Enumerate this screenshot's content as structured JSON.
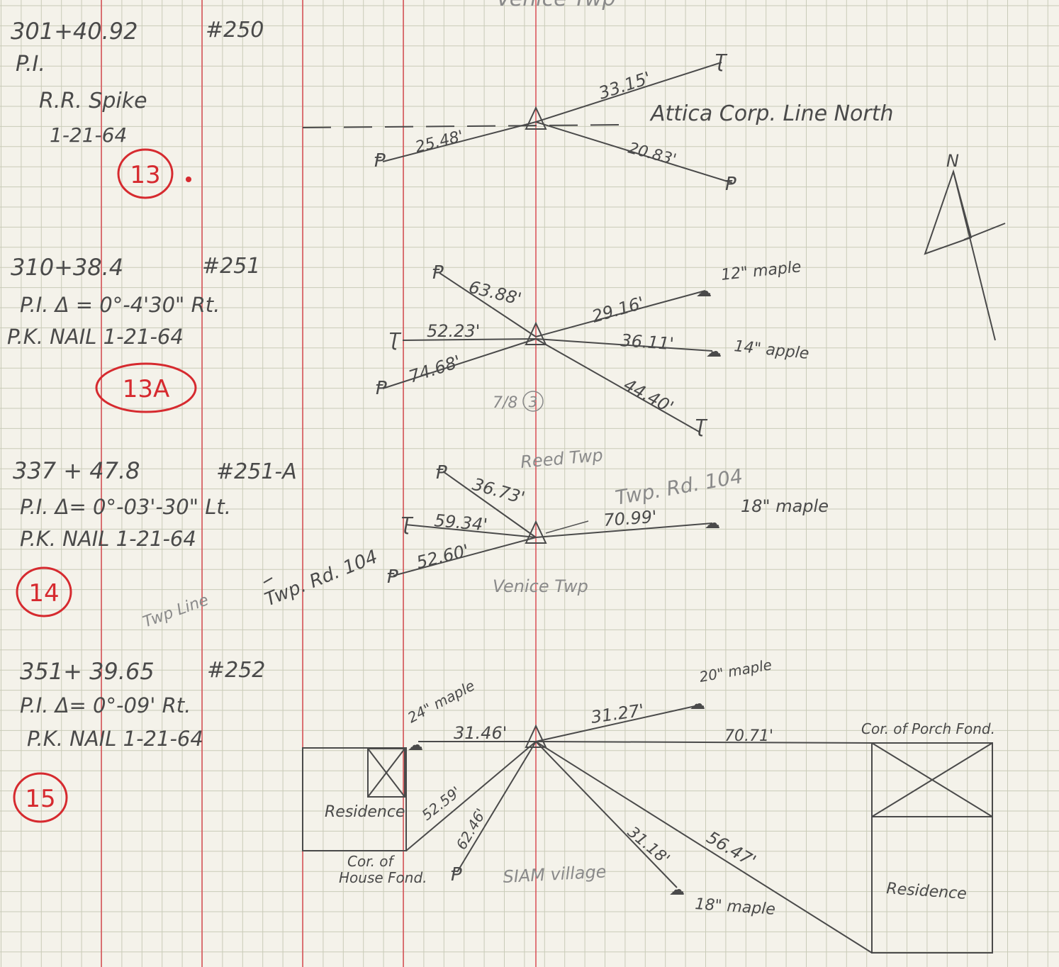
{
  "colors": {
    "grid": "#c9cbb8",
    "margin_red": "#d8424a",
    "ink": "#4a4a4a",
    "badge_red": "#d62a2f",
    "paper": "#f4f2ea"
  },
  "header_faint": "Venice Twp",
  "entries": [
    {
      "station": "301+40.92",
      "number": "#250",
      "line1": "P.I.",
      "line2": "R.R. Spike",
      "line3": "1-21-64",
      "badge": "13"
    },
    {
      "station": "310+38.4",
      "number": "#251",
      "line1": "P.I.  Δ = 0°-4'30\" Rt.",
      "line2": "P.K. NAIL   1-21-64",
      "badge": "13A"
    },
    {
      "station": "337 + 47.8",
      "number": "#251-A",
      "line1": "P.I.  Δ= 0°-03'-30\" Lt.",
      "line2": "P.K. NAIL   1-21-64",
      "badge": "14"
    },
    {
      "station": "351+ 39.65",
      "number": "#252",
      "line1": "P.I.  Δ= 0°-09' Rt.",
      "line2": "P.K. NAIL   1-21-64",
      "badge": "15"
    }
  ],
  "diagram1": {
    "d1": "33.15'",
    "d2": "25.48'",
    "d3": "20.83'",
    "corp_line": "Attica Corp. Line North",
    "north": "N"
  },
  "diagram2": {
    "d1": "63.88'",
    "d2": "29.16'",
    "d3": "52.23'",
    "d4": "36.11'",
    "d5": "74.68'",
    "d6": "44.40'",
    "tree1": "12\" maple",
    "tree2": "14\" apple",
    "fraction": "7/8"
  },
  "diagram3": {
    "reed": "Reed Twp",
    "road_label": "Twp. Rd. 104",
    "d1": "36.73'",
    "d2": "59.34'",
    "d3": "70.99'",
    "d4": "52.60'",
    "tree": "18\" maple",
    "venice": "Venice Twp",
    "twp_line": "Twp Line",
    "twp_rd_104": "Twp. Rd. 104"
  },
  "diagram4": {
    "tree_top": "20\" maple",
    "tree_left": "24\" maple",
    "d1": "31.46'",
    "d2": "31.27'",
    "d3": "70.71'",
    "d4": "52.59'",
    "d5": "62.46'",
    "d6": "31.18'",
    "d7": "56.47'",
    "porch": "Cor. of Porch Fond.",
    "residence_left": "Residence",
    "house_cor1": "Cor. of",
    "house_cor2": "House Fond.",
    "siam": "SIAM village",
    "tree_bottom": "18\" maple",
    "residence_right": "Residence"
  }
}
